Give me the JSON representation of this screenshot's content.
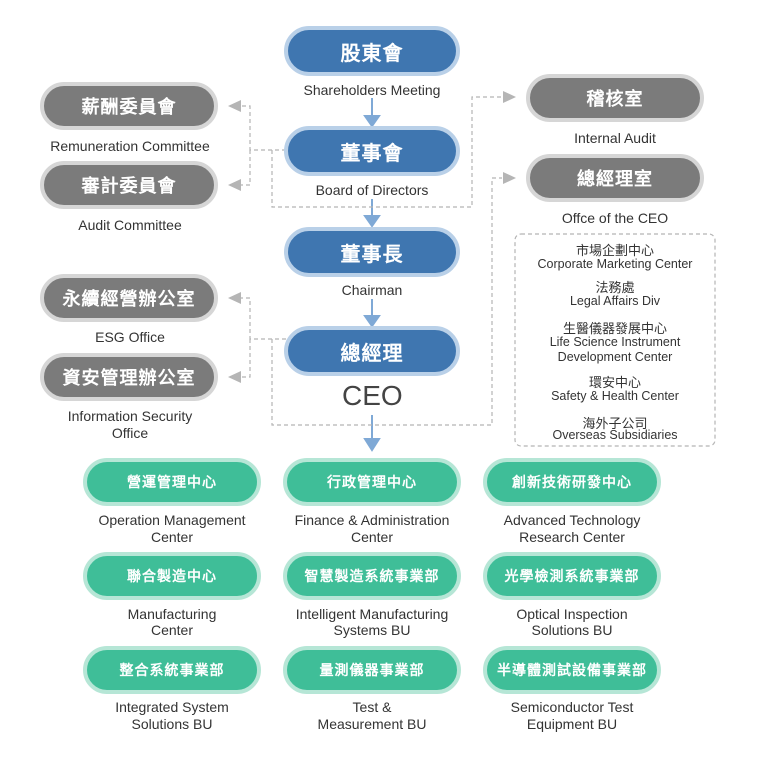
{
  "center": {
    "shareholders": {
      "zh": "股東會",
      "en": "Shareholders Meeting"
    },
    "board": {
      "zh": "董事會",
      "en": "Board of Directors"
    },
    "chairman": {
      "zh": "董事長",
      "en": "Chairman"
    },
    "president": {
      "zh": "總經理",
      "en": "CEO"
    }
  },
  "left": {
    "remuneration": {
      "zh": "薪酬委員會",
      "en": "Remuneration Committee"
    },
    "audit": {
      "zh": "審計委員會",
      "en": "Audit Committee"
    },
    "esg": {
      "zh": "永續經營辦公室",
      "en": "ESG Office"
    },
    "infosec": {
      "zh": "資安管理辦公室",
      "en_line1": "Information Security",
      "en_line2": "Office"
    }
  },
  "right": {
    "internal_audit": {
      "zh": "稽核室",
      "en": "Internal Audit"
    },
    "ceo_office": {
      "zh": "總經理室",
      "en": "Offce of the CEO"
    },
    "subunits": [
      {
        "zh": "市場企劃中心",
        "en1": "Corporate Marketing Center",
        "en2": ""
      },
      {
        "zh": "法務處",
        "en1": "Legal Affairs Div",
        "en2": ""
      },
      {
        "zh": "生醫儀器發展中心",
        "en1": "Life Science Instrument",
        "en2": "Development Center"
      },
      {
        "zh": "環安中心",
        "en1": "Safety & Health Center",
        "en2": ""
      },
      {
        "zh": "海外子公司",
        "en1": "Overseas Subsidiaries",
        "en2": ""
      }
    ]
  },
  "units": [
    {
      "zh": "營運管理中心",
      "en1": "Operation Management",
      "en2": "Center"
    },
    {
      "zh": "行政管理中心",
      "en1": "Finance & Administration",
      "en2": "Center"
    },
    {
      "zh": "創新技術研發中心",
      "en1": "Advanced Technology",
      "en2": "Research Center"
    },
    {
      "zh": "聯合製造中心",
      "en1": "Manufacturing",
      "en2": "Center"
    },
    {
      "zh": "智慧製造系統事業部",
      "en1": "Intelligent Manufacturing",
      "en2": "Systems BU"
    },
    {
      "zh": "光學檢測系統事業部",
      "en1": "Optical Inspection",
      "en2": "Solutions BU"
    },
    {
      "zh": "整合系統事業部",
      "en1": "Integrated System",
      "en2": "Solutions BU"
    },
    {
      "zh": "量測儀器事業部",
      "en1": "Test &",
      "en2": "Measurement BU"
    },
    {
      "zh": "半導體測試設備事業部",
      "en1": "Semiconductor Test",
      "en2": "Equipment BU"
    }
  ],
  "colors": {
    "blue": "#3f76b0",
    "gray": "#7b7b7b",
    "green": "#3fbe98",
    "connector": "#7fa9d6",
    "dashed": "#b5b5b5"
  }
}
